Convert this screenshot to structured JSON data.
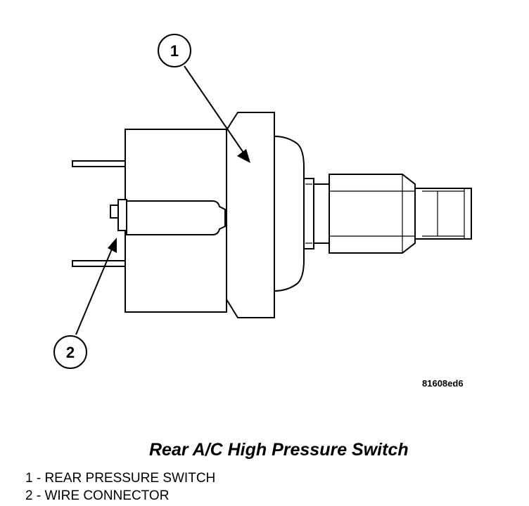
{
  "callouts": [
    {
      "number": "1"
    },
    {
      "number": "2"
    }
  ],
  "figure_code": "81608ed6",
  "title": "Rear A/C High Pressure Switch",
  "legend": [
    {
      "text": "1 - REAR PRESSURE SWITCH"
    },
    {
      "text": "2 - WIRE CONNECTOR"
    }
  ]
}
